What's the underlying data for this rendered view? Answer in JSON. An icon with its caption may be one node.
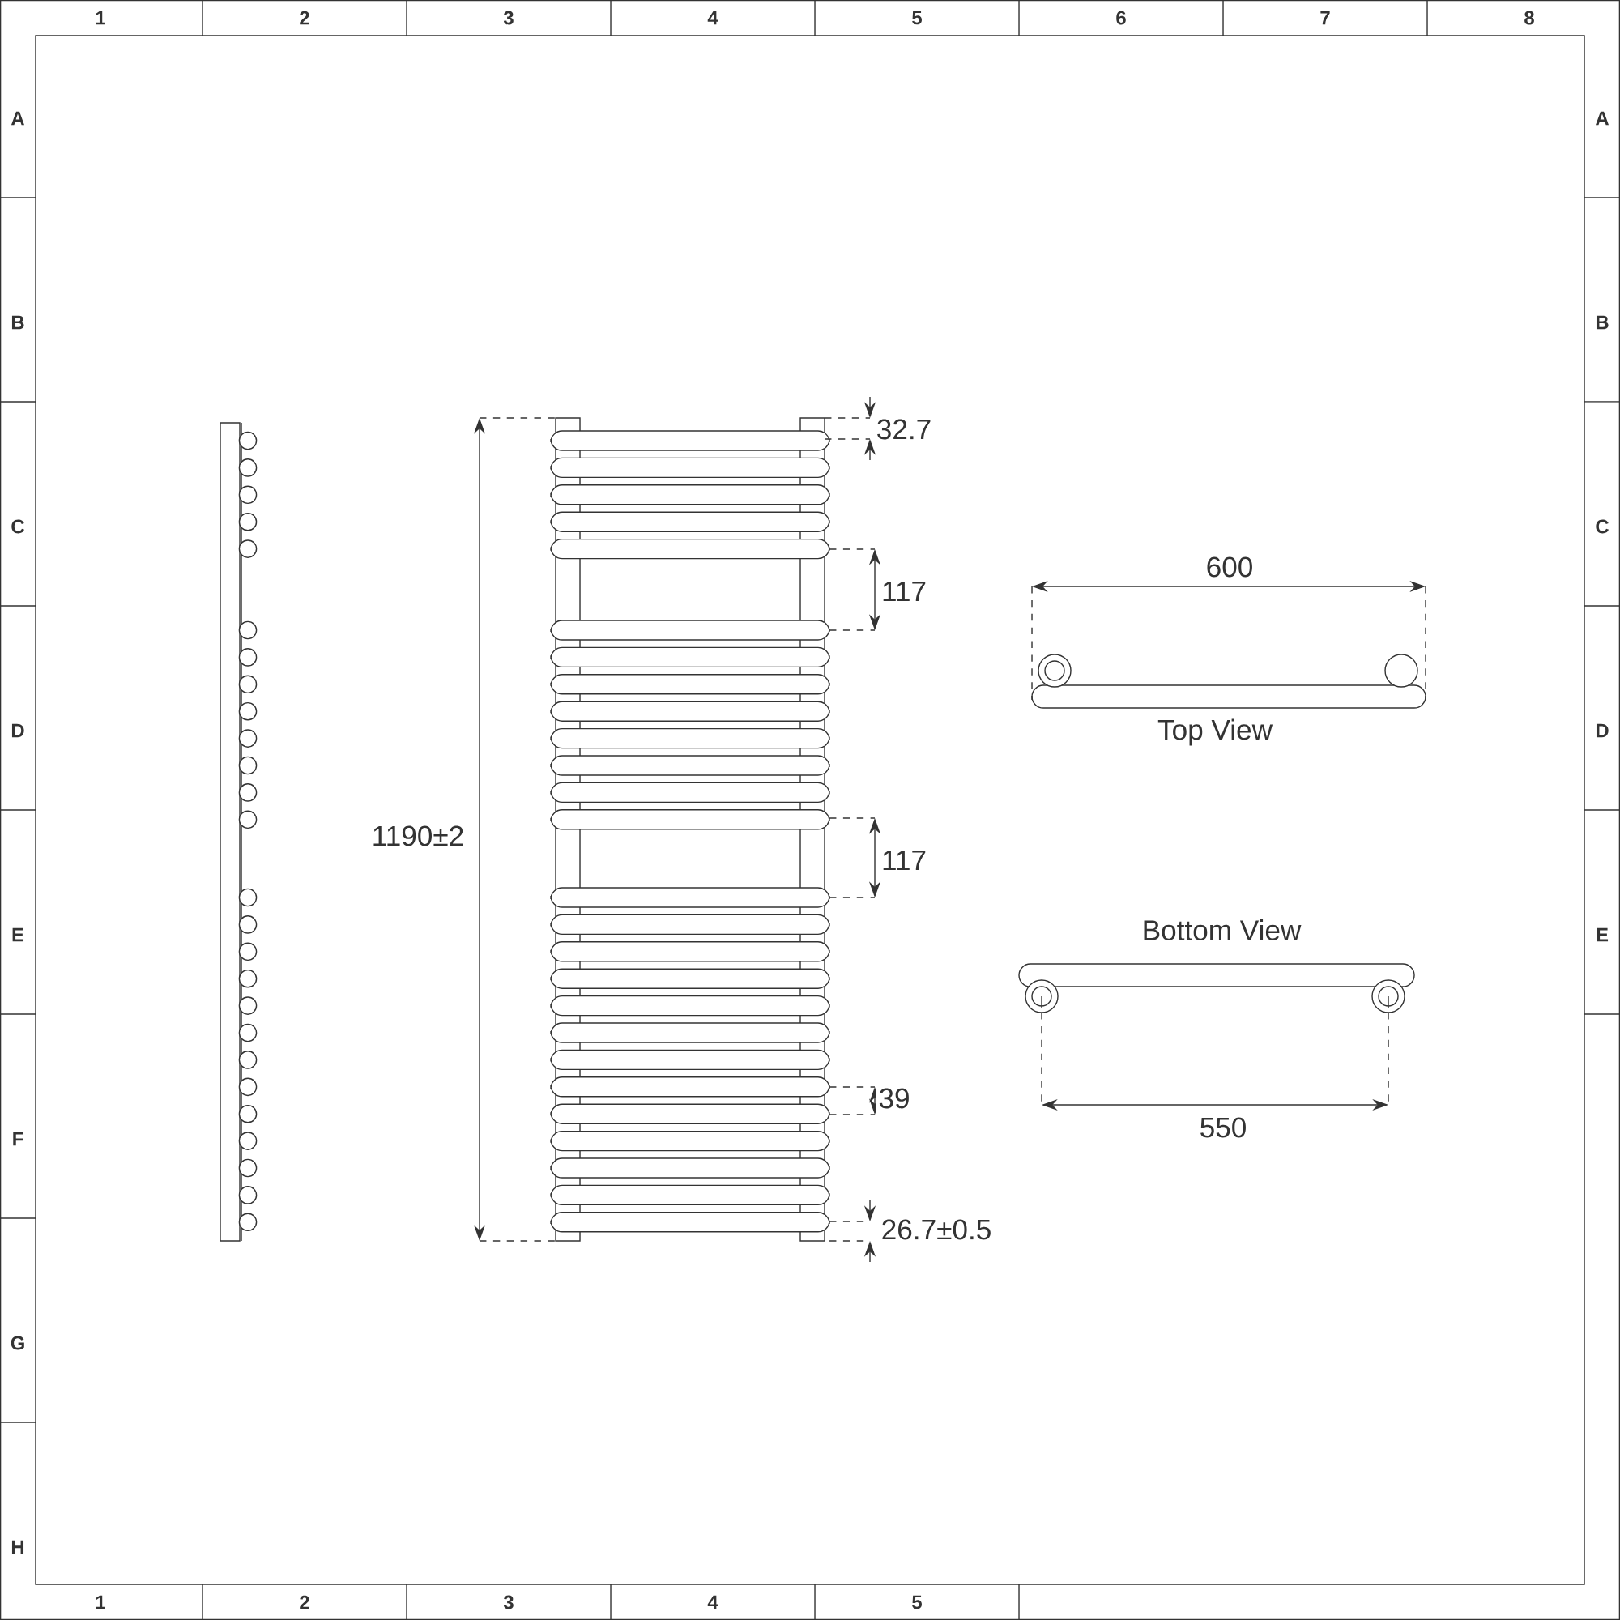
{
  "diagram": {
    "labels": [
      "1",
      "2",
      "3",
      "4",
      "5",
      "6",
      "7",
      "8",
      "A",
      "B",
      "C",
      "D",
      "E",
      "F",
      "G",
      "H",
      "A",
      "B",
      "C",
      "D",
      "E",
      "1",
      "2",
      "3",
      "4",
      "5",
      "32.7",
      "117",
      "117",
      "39",
      "26.7±0.5",
      "1190±2",
      "600",
      "Top View",
      "Bottom View",
      "550"
    ]
  }
}
